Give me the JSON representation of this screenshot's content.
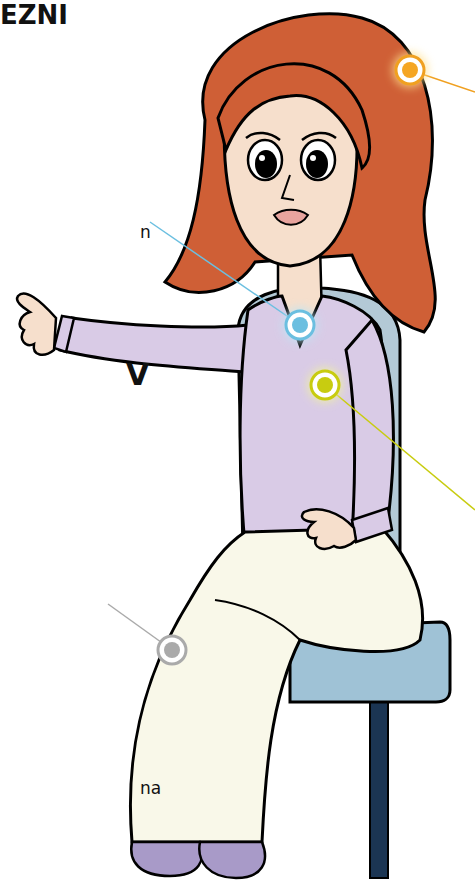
{
  "diagram": {
    "labels": [
      "EZNI",
      "n",
      "V",
      "na"
    ]
  }
}
